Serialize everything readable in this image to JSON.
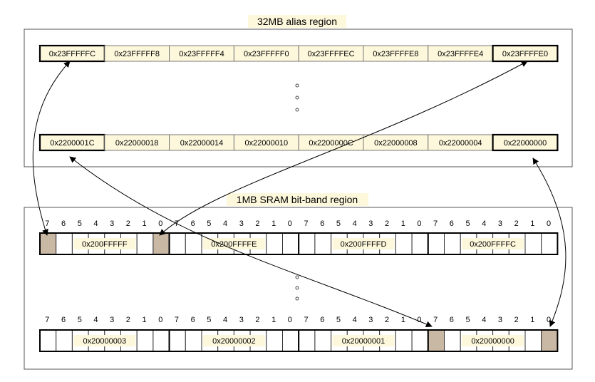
{
  "alias_region": {
    "title": "32MB alias region",
    "top_row": [
      "0x23FFFFFC",
      "0x23FFFFF8",
      "0x23FFFFF4",
      "0x23FFFFF0",
      "0x23FFFFEC",
      "0x23FFFFE8",
      "0x23FFFFE4",
      "0x23FFFFE0"
    ],
    "bottom_row": [
      "0x2200001C",
      "0x22000018",
      "0x22000014",
      "0x22000010",
      "0x2200000C",
      "0x22000008",
      "0x22000004",
      "0x22000000"
    ],
    "bold_cells": [
      0,
      7
    ]
  },
  "bitband_region": {
    "title": "1MB SRAM bit-band region",
    "bit_labels": [
      "7",
      "6",
      "5",
      "4",
      "3",
      "2",
      "1",
      "0"
    ],
    "top_bytes": [
      "0x200FFFFF",
      "0x200FFFFE",
      "0x200FFFFD",
      "0x200FFFFC"
    ],
    "bottom_bytes": [
      "0x20000003",
      "0x20000002",
      "0x20000001",
      "0x20000000"
    ],
    "highlighted_top": [
      [
        0,
        0
      ],
      [
        0,
        7
      ]
    ],
    "highlighted_bottom": [
      [
        3,
        0
      ],
      [
        3,
        7
      ]
    ]
  },
  "mappings": [
    {
      "from": "0x23FFFFFC",
      "to": "0x200FFFFF bit 7"
    },
    {
      "from": "0x23FFFFE0",
      "to": "0x200FFFFF bit 0"
    },
    {
      "from": "0x2200001C",
      "to": "0x20000000 bit 7"
    },
    {
      "from": "0x22000000",
      "to": "0x20000000 bit 0"
    }
  ],
  "colors": {
    "cell_fill": "#fdf8dc",
    "highlight_bit": "#c9b8a4"
  }
}
